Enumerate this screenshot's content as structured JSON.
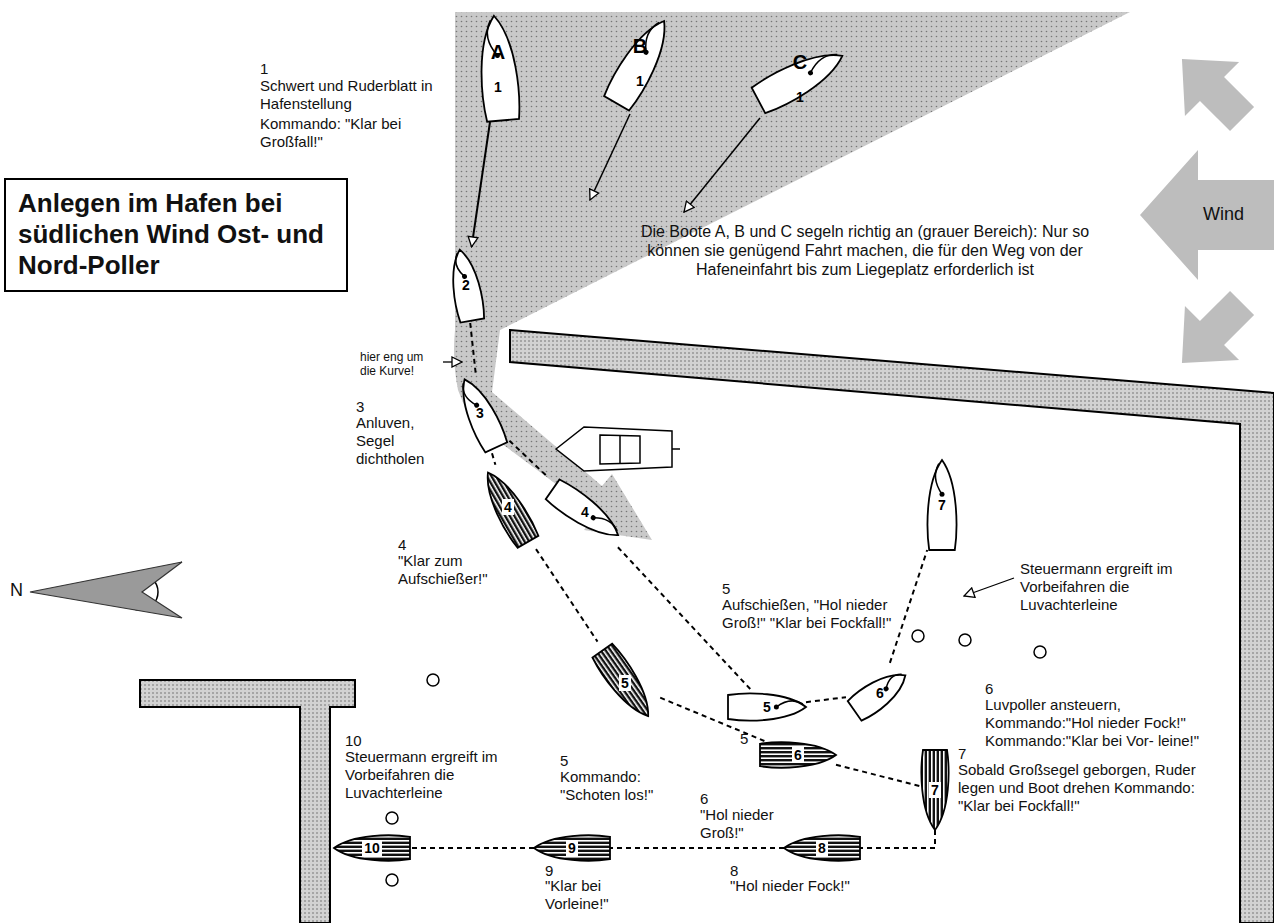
{
  "diagram": {
    "title": "Anlegen im Hafen bei südlichen Wind Ost- und Nord-Poller",
    "nodes": [
      {
        "text": [
          "A",
          "1"
        ]
      },
      {
        "text": [
          "B",
          "1"
        ]
      },
      {
        "text": [
          "C",
          "1"
        ]
      },
      {
        "text": [
          "2"
        ]
      },
      {
        "text": [
          "3"
        ]
      },
      {
        "text": [
          "4"
        ]
      },
      {
        "text": [
          "5"
        ]
      },
      {
        "text": [
          "6"
        ]
      },
      {
        "text": [
          "7"
        ]
      },
      {
        "text": [
          "4"
        ]
      },
      {
        "text": [
          "5"
        ]
      },
      {
        "text": [
          "6"
        ]
      },
      {
        "text": [
          "7"
        ]
      },
      {
        "text": [
          "8"
        ]
      },
      {
        "text": [
          "9"
        ]
      },
      {
        "text": [
          "10"
        ]
      }
    ],
    "edges": [
      {
        "from": 0,
        "to": 3,
        "arrow": "to"
      },
      {
        "from": 3,
        "to": 4,
        "arrow": "none"
      },
      {
        "from": 4,
        "to": 5,
        "arrow": "none"
      },
      {
        "from": 5,
        "to": 6,
        "arrow": "none"
      },
      {
        "from": 6,
        "to": 7,
        "arrow": "none"
      },
      {
        "from": 7,
        "to": 8,
        "arrow": "none"
      },
      {
        "from": 4,
        "to": 9,
        "arrow": "none"
      },
      {
        "from": 9,
        "to": 10,
        "arrow": "none"
      },
      {
        "from": 10,
        "to": 11,
        "arrow": "none"
      },
      {
        "from": 11,
        "to": 12,
        "arrow": "none"
      },
      {
        "from": 12,
        "to": 13,
        "arrow": "none"
      },
      {
        "from": 13,
        "to": 14,
        "arrow": "none"
      },
      {
        "from": 14,
        "to": 15,
        "arrow": "none"
      }
    ],
    "labels": [
      "1",
      "Schwert und Ruderblatt in Hafenstellung",
      "Kommando: \"Klar bei Großfall!\"",
      "Die Boote A, B und C segeln richtig an (grauer Bereich): Nur so können sie genügend Fahrt machen, die für den Weg von der Hafeneinfahrt bis zum Liegeplatz erforderlich ist",
      "hier eng um die Kurve!",
      "3",
      "Anluven, Segel dichtholen",
      "4",
      "\"Klar zum Aufschießer!\"",
      "5",
      "Aufschießen, \"Hol nieder Groß!\" \"Klar bei Fockfall!\"",
      "Steuermann ergreift im Vorbeifahren die Luvachterleine",
      "6",
      "Luvpoller ansteuern, Kommando:\"Hol nieder Fock!\" Kommando:\"Klar bei Vor- leine!\"",
      "5",
      "5",
      "Kommando: \"Schoten los!\"",
      "6",
      "\"Hol nieder Groß!\"",
      "7",
      "Sobald Großsegel geborgen, Ruder legen und Boot drehen Kommando: \"Klar bei Fockfall!\"",
      "10",
      "Steuermann ergreift im Vorbeifahren die Luvachterleine",
      "9",
      "\"Klar bei Vorleine!\"",
      "8",
      "\"Hol nieder Fock!\"",
      "Wind",
      "N"
    ]
  }
}
